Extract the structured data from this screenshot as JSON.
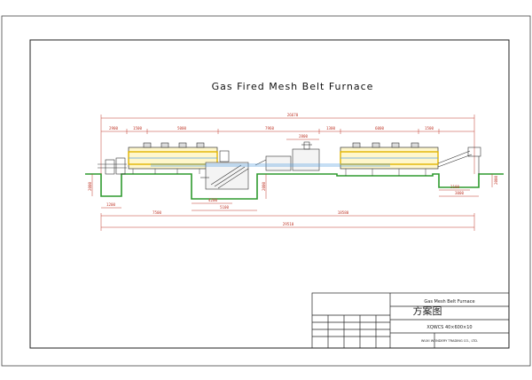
{
  "drawing": {
    "title": "Gas Fired Mesh Belt Furnace",
    "colors": {
      "ground": "#2e9a2e",
      "dimension": "#c0392b",
      "equipment": "#e2b400",
      "heater": "#5aa0e0",
      "line": "#333333"
    },
    "dimensions": {
      "overall_top": "26670",
      "seg_1": "2900",
      "seg_2": "1500",
      "seg_3": "5000",
      "seg_4": "7960",
      "seg_5": "2800",
      "seg_6": "1300",
      "seg_7": "6000",
      "seg_8": "1500",
      "pit_left_depth": "2000",
      "pit_left_width": "1200",
      "pit_mid_width": "4200",
      "pit_mid_span": "5100",
      "pit_mid_depth": "2000",
      "pit_right_width": "2100",
      "pit_right_span": "3000",
      "pit_right_depth": "2000",
      "left_total": "7500",
      "right_total": "18580",
      "overall_bottom": "29510"
    },
    "title_block": {
      "chinese_title": "方案图",
      "product": "Gas Mesh Belt Furnace",
      "model": "XQWCS 40×600×10",
      "company": "WUXI WONDERY TRADING CO., LTD."
    }
  }
}
